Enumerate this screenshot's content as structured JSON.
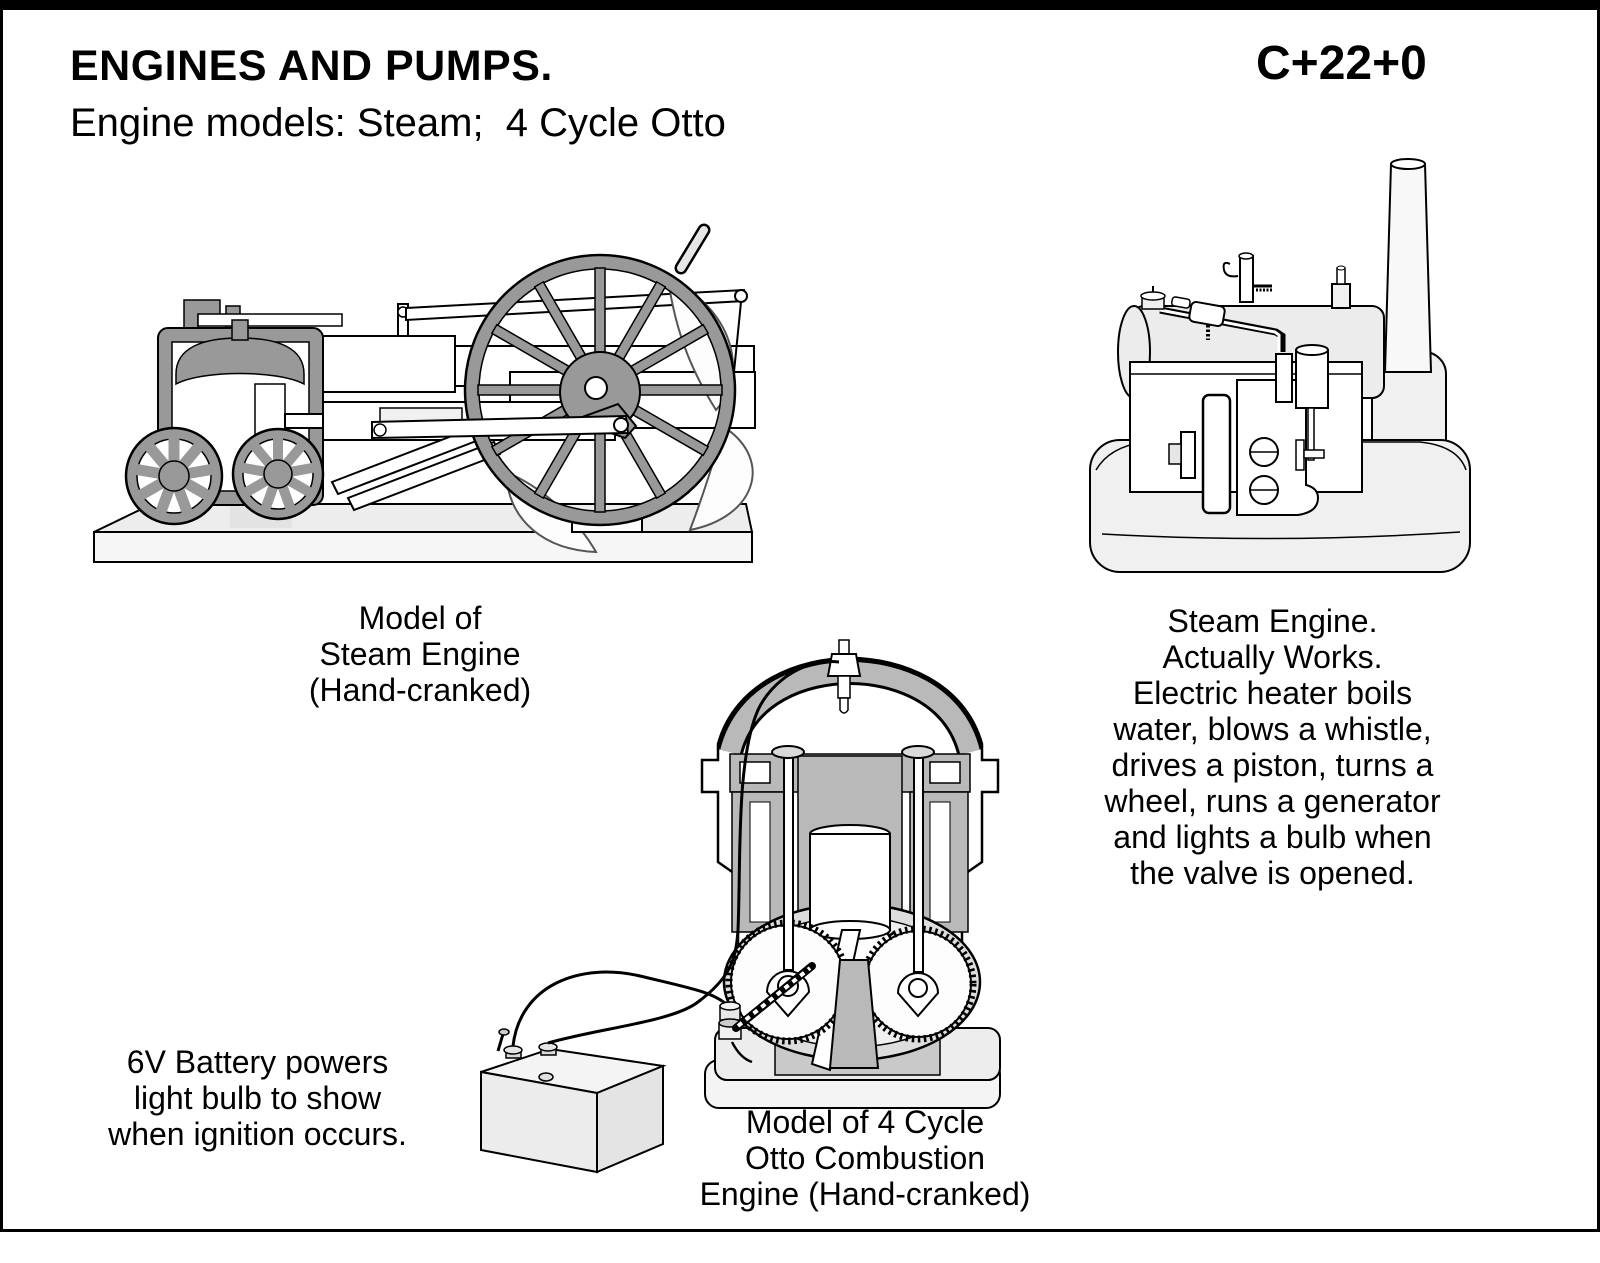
{
  "page": {
    "title": "ENGINES AND PUMPS.",
    "code": "C+22+0",
    "subtitle": "Engine models: Steam;  4 Cycle Otto"
  },
  "figures": {
    "steam_model": {
      "caption_lines": [
        "Model of",
        "Steam Engine",
        "(Hand-cranked)"
      ]
    },
    "working_steam": {
      "caption_lines": [
        "Steam Engine.",
        "Actually Works.",
        "Electric heater boils",
        "water, blows a whistle,",
        "drives a piston, turns a",
        "wheel, runs a generator",
        "and lights a bulb when",
        "the valve is opened."
      ]
    },
    "otto_model": {
      "caption_lines": [
        "Model of 4 Cycle",
        "Otto Combustion",
        "Engine (Hand-cranked)"
      ]
    },
    "battery": {
      "caption_lines": [
        "6V Battery powers",
        "light bulb to show",
        "when ignition occurs."
      ]
    }
  },
  "colors": {
    "ink": "#000000",
    "metal_gray": "#999999",
    "section_gray": "#b9b9b9",
    "light_gray": "#ededed",
    "paper": "#ffffff"
  }
}
